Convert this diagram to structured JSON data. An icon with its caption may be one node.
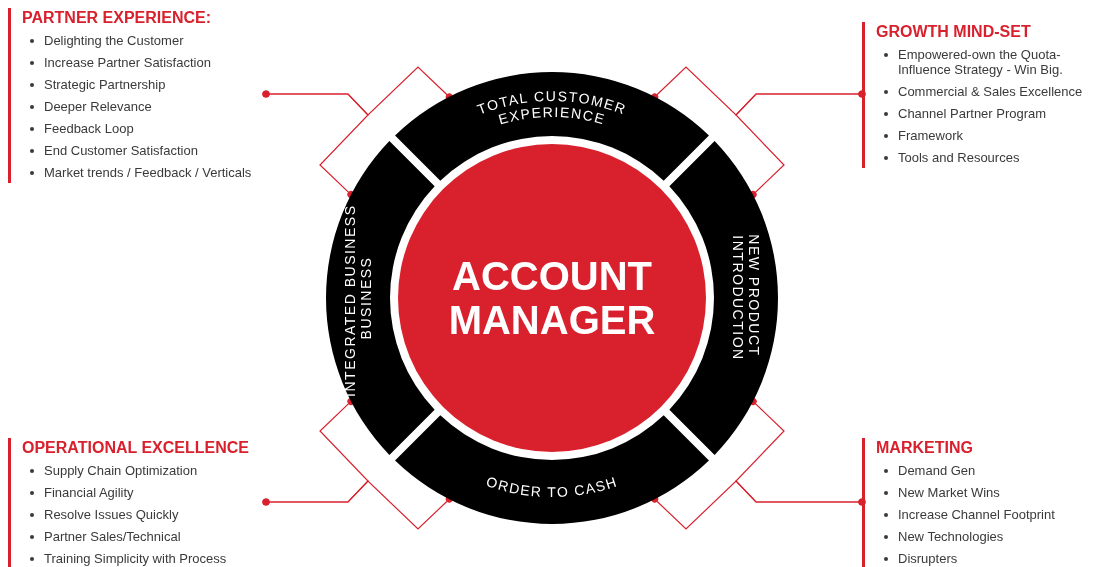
{
  "diagram": {
    "nodes": [
      {
        "text": [
          "PARTNER EXPERIENCE:",
          "Delighting the Customer",
          "Increase Partner Satisfaction",
          "Strategic Partnership",
          "Deeper Relevance",
          "Feedback Loop",
          "End Customer Satisfaction",
          "Market trends / Feedback / Verticals"
        ]
      },
      {
        "text": [
          "GROWTH MIND-SET",
          "Empowered-own the Quota- Influence Strategy - Win Big.",
          "Commercial & Sales Excellence",
          "Channel Partner Program",
          "Framework",
          "Tools and Resources"
        ]
      },
      {
        "text": [
          "TOTAL CUSTOMER EXPERIENCE"
        ]
      },
      {
        "text": [
          "INTEGRATED BUSINESS BUSINESS"
        ]
      },
      {
        "text": [
          "ACCOUNT MANAGER"
        ]
      },
      {
        "text": [
          "NEW PRODUCT INTRODUCTION"
        ]
      },
      {
        "text": [
          "ORDER TO CASH"
        ]
      },
      {
        "text": [
          "OPERATIONAL EXCELLENCE",
          "Supply Chain Optimization",
          "Financial Agility",
          "Resolve Issues Quickly",
          "Partner Sales/Technical",
          "Training Simplicity with Process"
        ]
      },
      {
        "text": [
          "MARKETING",
          "Demand Gen",
          "New Market Wins",
          "Increase Channel Footprint",
          "New Technologies",
          "Disrupters"
        ]
      }
    ],
    "edges": [
      {
        "from": 0,
        "to": 2,
        "arrow": "other"
      },
      {
        "from": 0,
        "to": 3,
        "arrow": "other"
      },
      {
        "from": 1,
        "to": 2,
        "arrow": "other"
      },
      {
        "from": 1,
        "to": 5,
        "arrow": "other"
      },
      {
        "from": 7,
        "to": 3,
        "arrow": "other"
      },
      {
        "from": 7,
        "to": 6,
        "arrow": "other"
      },
      {
        "from": 8,
        "to": 5,
        "arrow": "other"
      },
      {
        "from": 8,
        "to": 6,
        "arrow": "other"
      }
    ]
  }
}
